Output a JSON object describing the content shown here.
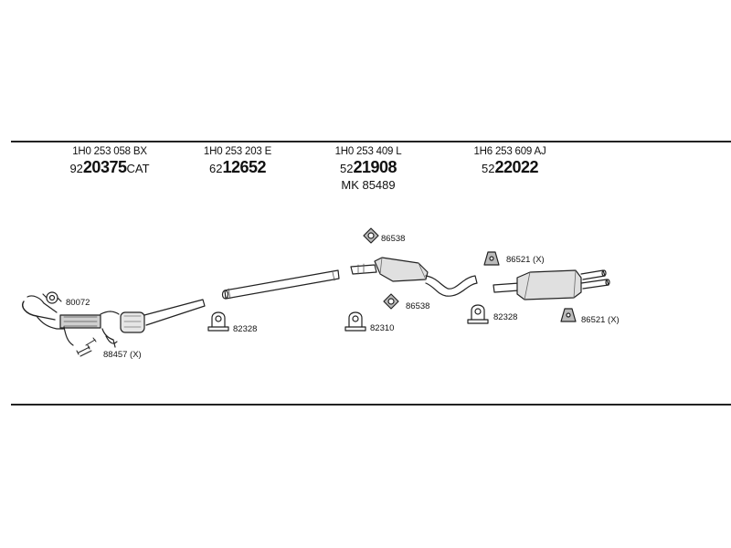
{
  "sections": [
    {
      "oe": "1H0 253 058 BX",
      "pre": "92",
      "main": "20375",
      "suf": "CAT"
    },
    {
      "oe": "1H0 253 203 E",
      "pre": "62",
      "main": "12652",
      "suf": ""
    },
    {
      "oe": "1H0 253 409 L",
      "pre": "52",
      "main": "21908",
      "suf": "",
      "mk": "MK  85489"
    },
    {
      "oe": "1H6 253 609 AJ",
      "pre": "52",
      "main": "22022",
      "suf": ""
    }
  ],
  "part_labels": {
    "bolt_front": "80072",
    "kit_front": "88457 (X)",
    "clamp_1": "82328",
    "bracket_top_mid": "86538",
    "bracket_low_mid": "86538",
    "clamp_2": "82310",
    "hanger_top_rear": "86521 (X)",
    "clamp_3": "82328",
    "hanger_low_rear": "86521 (X)"
  }
}
